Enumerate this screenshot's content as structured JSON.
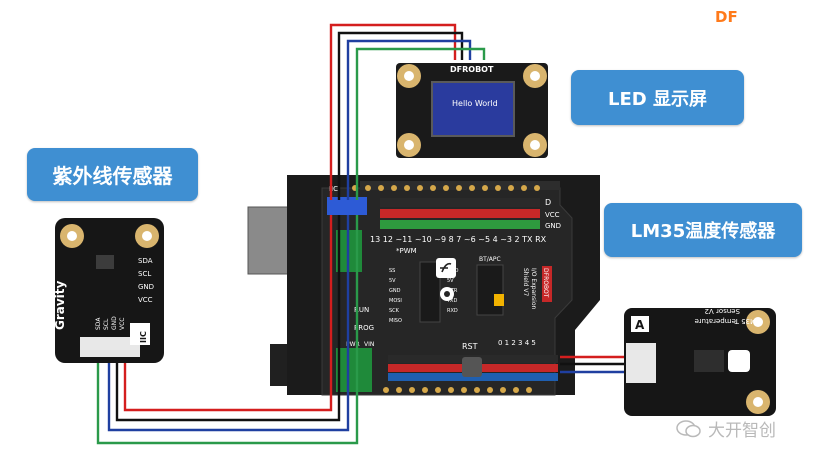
{
  "brand": "DF",
  "callouts": {
    "uv": "紫外线传感器",
    "oled": "LED 显示屏",
    "lm35": "LM35温度传感器"
  },
  "watermark": "大开智创",
  "oled": {
    "maker": "DFROBOT",
    "screen_text": "Hello World"
  },
  "uv_board": {
    "vertical_label": "Gravity",
    "bus": "IIC",
    "pins": [
      "SDA",
      "SCL",
      "GND",
      "VCC"
    ]
  },
  "lm35_board": {
    "letter": "A",
    "label_lines": [
      "LM35 Temperature",
      "Sensor V2"
    ]
  },
  "shield": {
    "iic": "IIC",
    "top_pins": "D",
    "vcc": "VCC",
    "gnd": "GND",
    "pin_numbers": "13 12 ~11 ~10 ~9  8   7  ~6  ~5  4  ~3  2  TX RX",
    "pwm": "*PWM",
    "left_labels": [
      "SS",
      "5V",
      "GND",
      "MOSI",
      "SCK",
      "MISO"
    ],
    "right_labels": [
      "GND",
      "5V",
      "DTR",
      "TXD",
      "RXD"
    ],
    "btapc": "BT/APC",
    "run": "RUN",
    "prog": "PROG",
    "pwr": "PWR",
    "vin": "VIN",
    "rst": "RST",
    "analog_numbers": "0  1  2  3  4  5",
    "badge": "DFROBOT",
    "exp_lines": [
      "I/O Expansion",
      "Shield V7"
    ]
  },
  "colors": {
    "wire_red": "#d41e1e",
    "wire_black": "#111111",
    "wire_blue": "#1f3fa0",
    "wire_green": "#2a9a4a",
    "callout": "#3f8fd2",
    "board": "#1f1f1f",
    "sensor_board": "#161616",
    "screw_hole": "#d9b56e"
  },
  "icons": [
    "iic-wire-pair",
    "dfrobot-logo-icon",
    "gear-icon",
    "wechat-icon"
  ]
}
